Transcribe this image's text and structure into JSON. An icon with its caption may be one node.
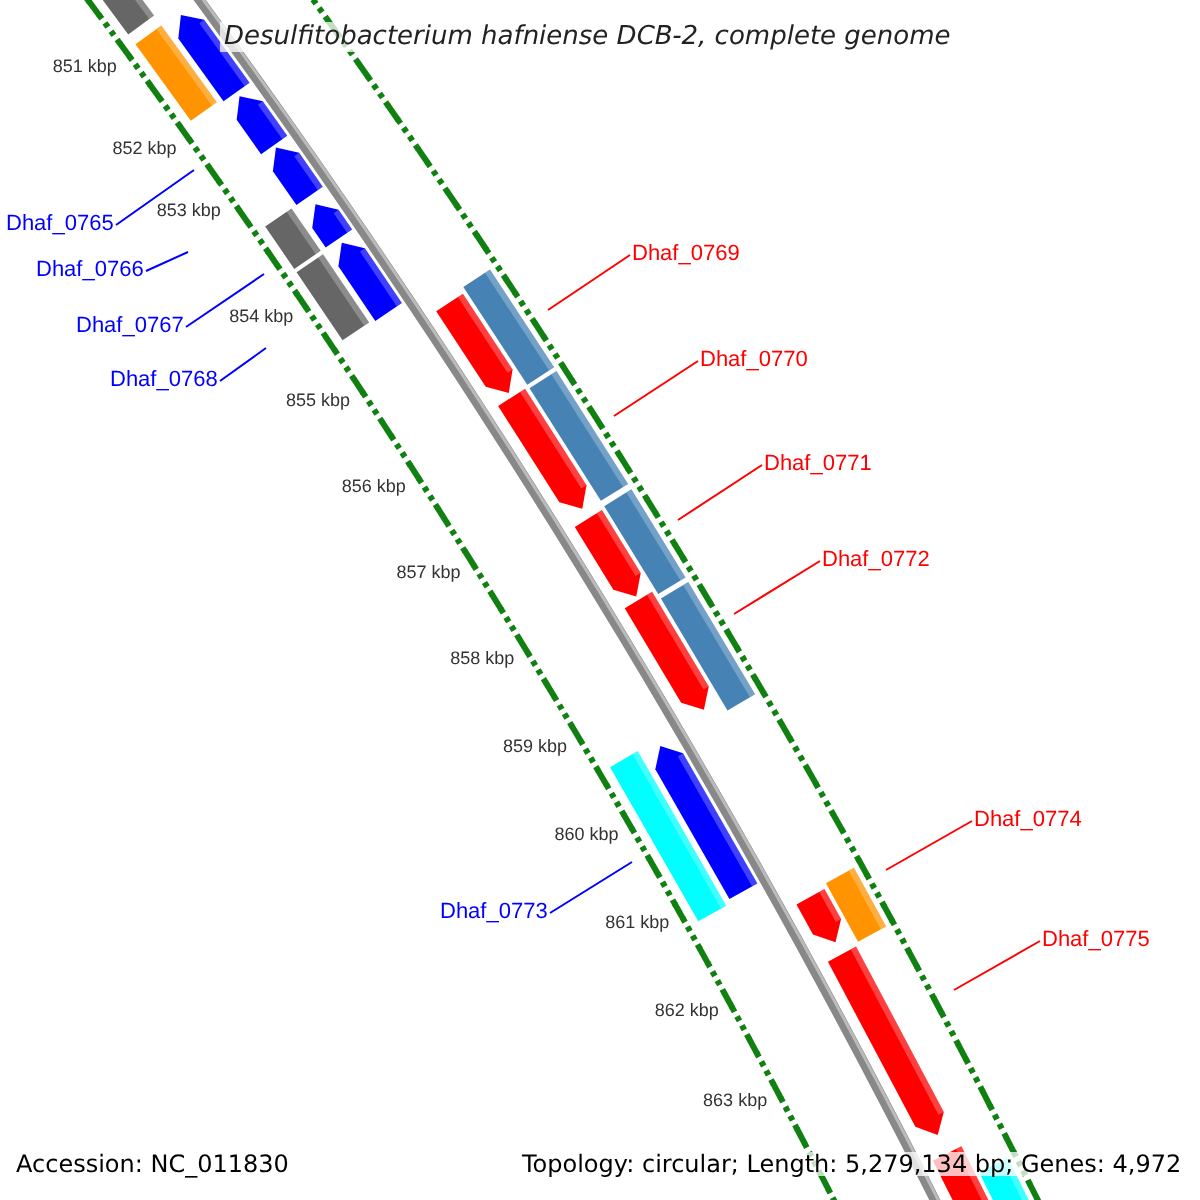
{
  "diagram": {
    "title": "Desulfitobacterium hafniense DCB-2, complete genome",
    "nodes": [
      {
        "text": [
          "Dhaf_0765"
        ]
      },
      {
        "text": [
          "Dhaf_0766"
        ]
      },
      {
        "text": [
          "Dhaf_0767"
        ]
      },
      {
        "text": [
          "Dhaf_0768"
        ]
      },
      {
        "text": [
          "Dhaf_0769"
        ]
      },
      {
        "text": [
          "Dhaf_0770"
        ]
      },
      {
        "text": [
          "Dhaf_0771"
        ]
      },
      {
        "text": [
          "Dhaf_0772"
        ]
      },
      {
        "text": [
          "Dhaf_0773"
        ]
      },
      {
        "text": [
          "Dhaf_0774"
        ]
      },
      {
        "text": [
          "Dhaf_0775"
        ]
      }
    ],
    "edges": [
      {
        "from": 0,
        "to": null,
        "arrow": "none",
        "color": "#0000ff"
      },
      {
        "from": 1,
        "to": null,
        "arrow": "none",
        "color": "#0000ff"
      },
      {
        "from": 2,
        "to": null,
        "arrow": "none",
        "color": "#0000ff"
      },
      {
        "from": 3,
        "to": null,
        "arrow": "none",
        "color": "#0000ff"
      },
      {
        "from": 4,
        "to": null,
        "arrow": "none"
      },
      {
        "from": 5,
        "to": null,
        "arrow": "none"
      },
      {
        "from": 6,
        "to": null,
        "arrow": "none"
      },
      {
        "from": 7,
        "to": null,
        "arrow": "none"
      },
      {
        "from": 8,
        "to": null,
        "arrow": "none",
        "color": "#0000ff"
      },
      {
        "from": 9,
        "to": null,
        "arrow": "none"
      },
      {
        "from": 10,
        "to": null,
        "arrow": "none"
      }
    ],
    "labels": [
      "851 kbp",
      "852 kbp",
      "853 kbp",
      "854 kbp",
      "855 kbp",
      "856 kbp",
      "857 kbp",
      "858 kbp",
      "859 kbp",
      "860 kbp",
      "861 kbp",
      "862 kbp",
      "863 kbp",
      "Accession: NC_011830",
      "Topology: circular; Length: 5,279,134 bp; Genes: 4,972"
    ]
  }
}
